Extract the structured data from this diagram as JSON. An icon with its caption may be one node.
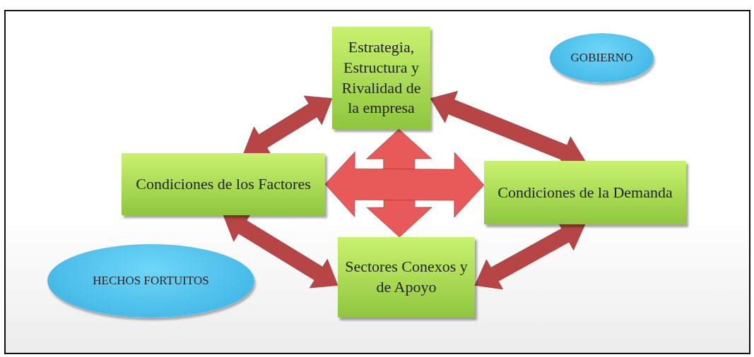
{
  "diagram": {
    "nodes": [
      {
        "text": [
          "Estrategia, Estructura y Rivalidad de la empresa"
        ]
      },
      {
        "text": [
          "GOBIERNO"
        ]
      },
      {
        "text": [
          "Condiciones de los Factores"
        ]
      },
      {
        "text": [
          "Condiciones de la Demanda"
        ]
      },
      {
        "text": [
          "HECHOS FORTUITOS"
        ]
      },
      {
        "text": [
          "Sectores Conexos y de Apoyo"
        ]
      }
    ],
    "edges": [
      {
        "from": 0,
        "to": 2,
        "arrow": "both",
        "style": "thick"
      },
      {
        "from": 0,
        "to": 3,
        "arrow": "both",
        "style": "thick"
      },
      {
        "from": 2,
        "to": 5,
        "arrow": "both",
        "style": "thick"
      },
      {
        "from": 3,
        "to": 5,
        "arrow": "both",
        "style": "thick"
      },
      {
        "from": 0,
        "to": 5,
        "arrow": "both",
        "style": "thick",
        "color": "#e85a5a"
      },
      {
        "from": 2,
        "to": 3,
        "arrow": "both",
        "style": "thick",
        "color": "#e85a5a"
      }
    ]
  }
}
